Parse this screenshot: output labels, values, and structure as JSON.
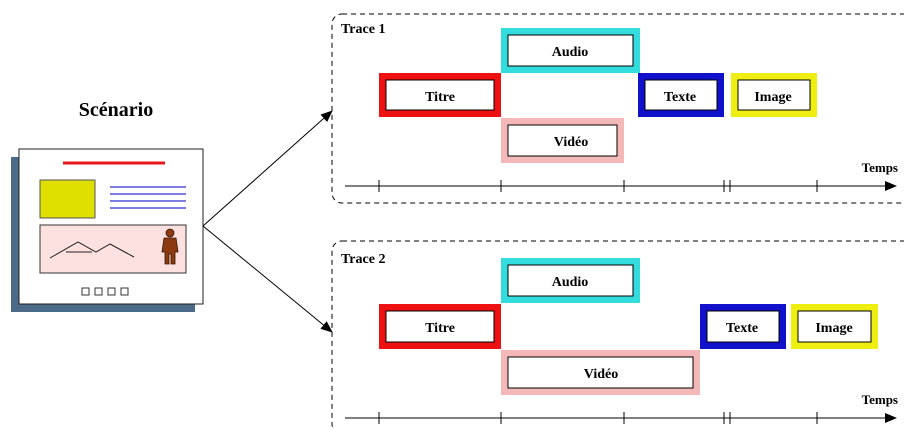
{
  "scenario": {
    "title": "Scénario",
    "footer_squares": 4,
    "colors": {
      "header_line": "#e81818",
      "image_block": "#e0e000",
      "text_lines": "#3030d0",
      "picture_bg": "#fde0e0",
      "shadow": "#4a6a88"
    }
  },
  "time_label": "Temps",
  "traces": [
    {
      "label": "Trace 1",
      "blocks": [
        {
          "text": "Titre",
          "color": "#ee1111",
          "fill": "#ffffff"
        },
        {
          "text": "Audio",
          "color": "#33dddd",
          "fill": "#ffffff"
        },
        {
          "text": "Vidéo",
          "color": "#f4b8b8",
          "fill": "#ffffff"
        },
        {
          "text": "Texte",
          "color": "#1111cc",
          "fill": "#ffffff"
        },
        {
          "text": "Image",
          "color": "#eeee11",
          "fill": "#ffffff"
        }
      ]
    },
    {
      "label": "Trace 2",
      "blocks": [
        {
          "text": "Titre",
          "color": "#ee1111",
          "fill": "#ffffff"
        },
        {
          "text": "Audio",
          "color": "#33dddd",
          "fill": "#ffffff"
        },
        {
          "text": "Vidéo",
          "color": "#f4b8b8",
          "fill": "#ffffff"
        },
        {
          "text": "Texte",
          "color": "#1111cc",
          "fill": "#ffffff"
        },
        {
          "text": "Image",
          "color": "#eeee11",
          "fill": "#ffffff"
        }
      ]
    }
  ]
}
